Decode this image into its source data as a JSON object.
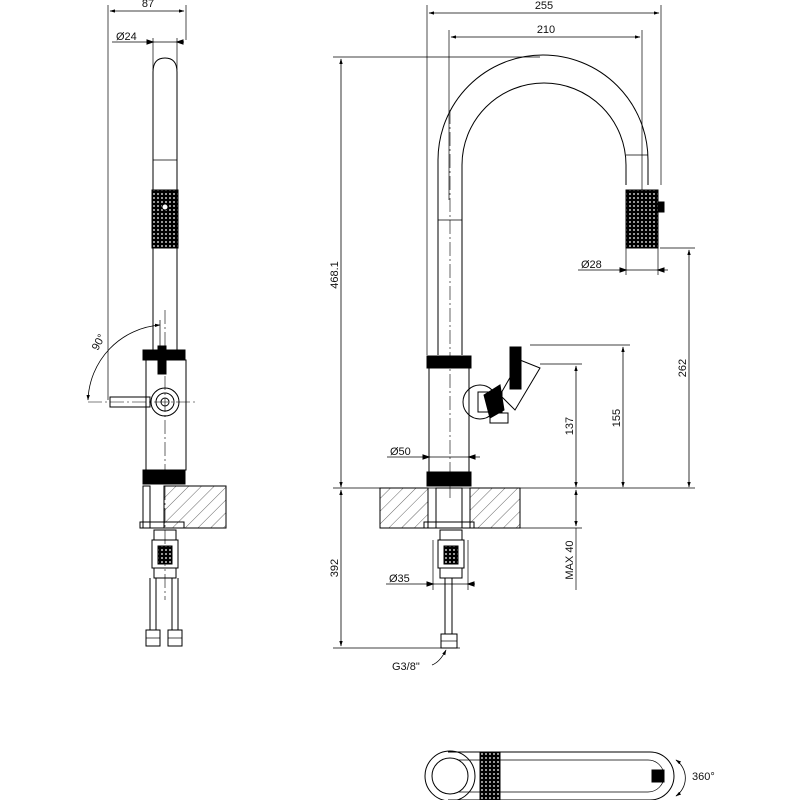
{
  "side_view": {
    "dim_width": "87",
    "dim_spout_diameter": "Ø24",
    "dim_lever_angle": "90°"
  },
  "front_view": {
    "dim_overall_reach": "255",
    "dim_spout_reach": "210",
    "dim_total_height": "468.1",
    "dim_outlet_diameter": "Ø28",
    "dim_outlet_height": "262",
    "dim_lever_height": "155",
    "dim_handle_height": "137",
    "dim_body_diameter": "Ø50",
    "dim_below_deck": "392",
    "dim_shank_diameter": "Ø35",
    "dim_max_deck": "MAX 40",
    "dim_connection": "G3/8\""
  },
  "top_view": {
    "dim_rotation": "360°"
  }
}
